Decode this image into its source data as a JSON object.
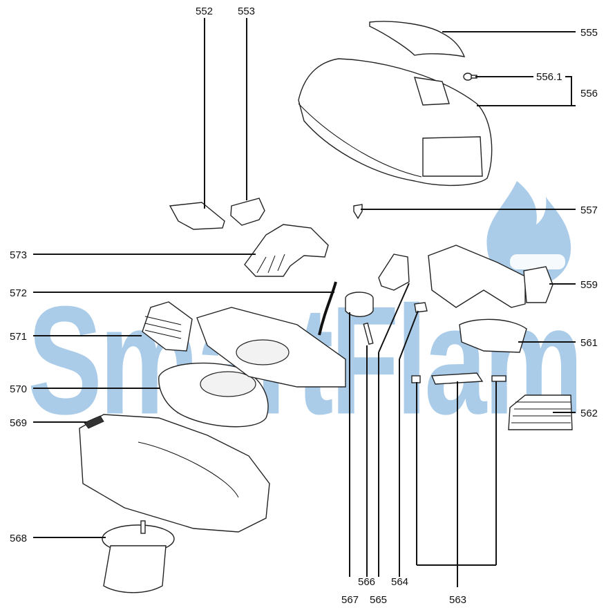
{
  "watermark": {
    "text": "SmartFlam",
    "color": "#9cc3e6"
  },
  "callouts": {
    "c552": "552",
    "c553": "553",
    "c555": "555",
    "c5561": "556.1",
    "c556": "556",
    "c557": "557",
    "c559": "559",
    "c561": "561",
    "c562": "562",
    "c563": "563",
    "c564": "564",
    "c565": "565",
    "c566": "566",
    "c567": "567",
    "c568": "568",
    "c569": "569",
    "c570": "570",
    "c571": "571",
    "c572": "572",
    "c573": "573"
  }
}
